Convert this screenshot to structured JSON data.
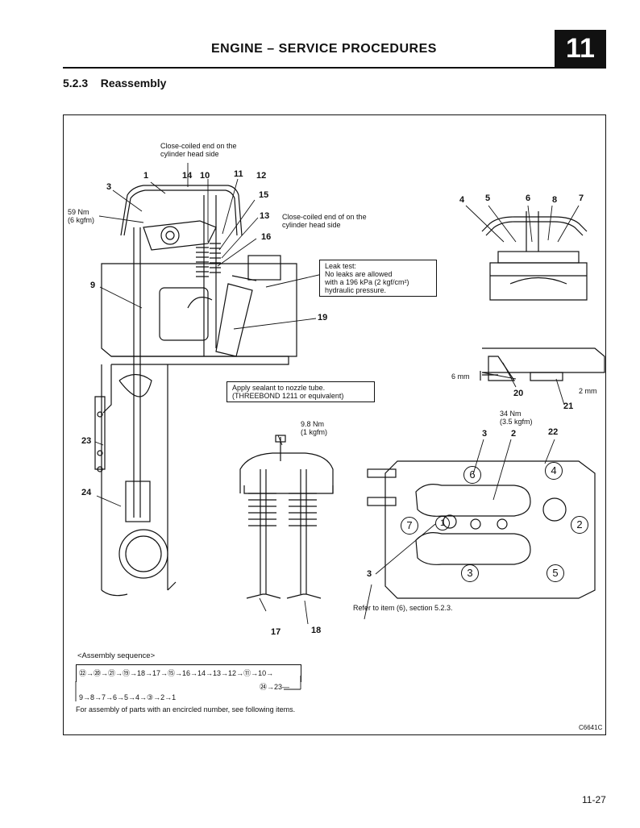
{
  "header": {
    "title": "ENGINE – SERVICE PROCEDURES",
    "chapter": "11"
  },
  "section": {
    "number": "5.2.3",
    "title": "Reassembly"
  },
  "labels": {
    "close_coiled_top": "Close-coiled end on the\ncylinder head side",
    "close_coiled_right": "Close-coiled end of on the\ncylinder head side",
    "torque_59": "59 Nm\n(6 kgfm)",
    "torque_98": "9.8 Nm\n(1 kgfm)",
    "torque_34": "34 Nm\n(3.5 kgfm)",
    "dim_6mm": "6 mm",
    "dim_2mm": "2 mm",
    "refer_item": "Refer to item (6), section 5.2.3."
  },
  "callouts": {
    "leak_test": "Leak test:\nNo leaks are allowed\nwith a 196 kPa (2 kgf/cm²)\nhydraulic pressure.",
    "sealant": "Apply sealant to nozzle tube.\n(THREEBOND 1211 or equivalent)"
  },
  "part_numbers": {
    "n1": "1",
    "n14": "14",
    "n10": "10",
    "n11": "11",
    "n12": "12",
    "n3a": "3",
    "n15": "15",
    "n13": "13",
    "n16": "16",
    "n9": "9",
    "n19": "19",
    "n23": "23",
    "n24": "24",
    "n17": "17",
    "n18": "18",
    "n4": "4",
    "n5": "5",
    "n6": "6",
    "n8": "8",
    "n7": "7",
    "n20": "20",
    "n21": "21",
    "n3b": "3",
    "n2": "2",
    "n22": "22",
    "n3c": "3"
  },
  "bolt_order": [
    "6",
    "4",
    "7",
    "2",
    "3",
    "5",
    "1"
  ],
  "assembly": {
    "title": "<Assembly sequence>",
    "line1": "㉒→⑳→㉑→⑲→18→17→⑮→16→14→13→12→⑪→10→",
    "line2": "㉔→23—",
    "line3": "9→8→7→6→5→4→③→2→1",
    "note": "For assembly of parts with an encircled number, see following items."
  },
  "figure_code": "C6641C",
  "page_number": "11-27"
}
